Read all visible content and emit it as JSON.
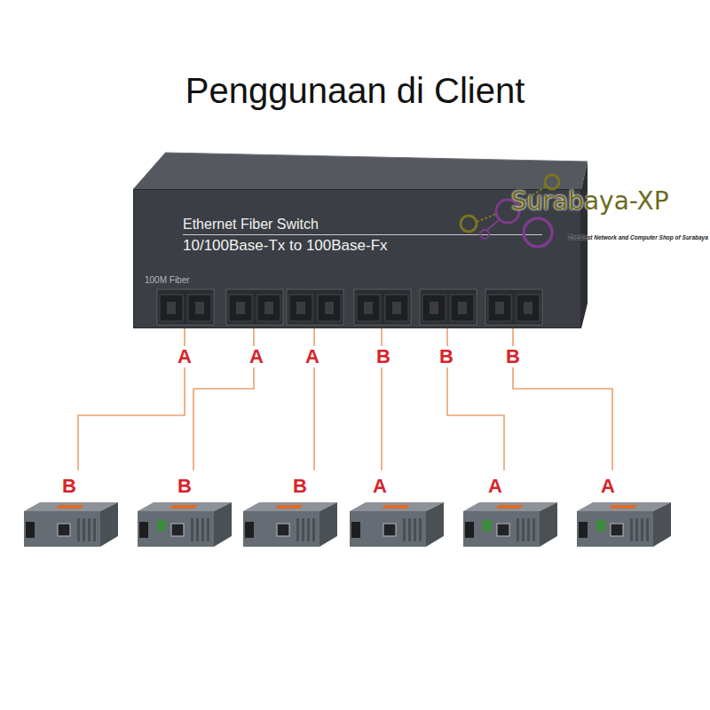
{
  "diagram": {
    "title": "Penggunaan di Client",
    "nodes": [
      {
        "text": [
          "Ethernet Fiber Switch",
          "10/100Base-Tx to 100Base-Fx",
          "100M Fiber"
        ]
      },
      {
        "text": [
          "B"
        ]
      },
      {
        "text": [
          "B"
        ]
      },
      {
        "text": [
          "B"
        ]
      },
      {
        "text": [
          "A"
        ]
      },
      {
        "text": [
          "A"
        ]
      },
      {
        "text": [
          "A"
        ]
      }
    ],
    "edges": [
      {
        "from": 0,
        "to": 1,
        "arrow": "none"
      },
      {
        "from": 0,
        "to": 2,
        "arrow": "none"
      },
      {
        "from": 0,
        "to": 3,
        "arrow": "none"
      },
      {
        "from": 0,
        "to": 4,
        "arrow": "none"
      },
      {
        "from": 0,
        "to": 5,
        "arrow": "none"
      },
      {
        "from": 0,
        "to": 6,
        "arrow": "none"
      }
    ],
    "labels": [
      "A",
      "A",
      "A",
      "B",
      "B",
      "B",
      "Surabaya-XP",
      "The Best Network and Computer Shop of Surabaya"
    ]
  }
}
